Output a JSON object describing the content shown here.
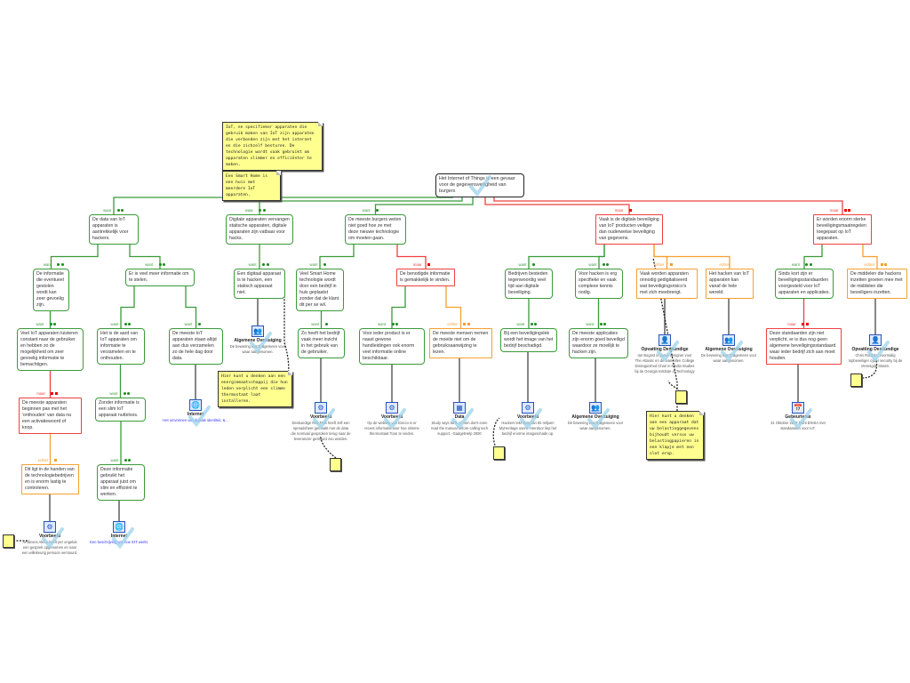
{
  "notes": {
    "intro": "IoT, en specifieker apparaten die gebruik maken van IoT zijn apparaten die verbonden zijn met het internet en die zichzelf besturen. De technologie wordt vaak gebruikt om apparaten slimmer en efficiënter te maken.",
    "smarthome": "Een Smart Home is een huis met meerdere IoT apparaten.",
    "energy": "Hier kunt u denken aan een energiemaatschappij die hun leden verplicht een slimme thermostaat laat installeren.",
    "tax": "Hier kunt u denken aan een apparaat dat uw belastinggegevens bijhoudt versus uw belastingpapieren in een klapje met een slot erop."
  },
  "nodes": {
    "root": {
      "text": "Het Internet of Things is een gevaar voor de gegevensveiligheid van burgers",
      "kind": "root"
    },
    "A": {
      "text": "De data van IoT apparaten is aantrekkelijk voor hackers.",
      "kind": "pro",
      "label": "waar",
      "dots": 2
    },
    "B": {
      "text": "Digitale apparaten vervangen statische apparaten, digitale apparaten zijn vatbaar voor hacks.",
      "kind": "pro",
      "label": "waar",
      "dots": 2
    },
    "C": {
      "text": "De meeste burgers weten niet goed hoe ze met deze nieuwe technologie om moeten gaan.",
      "kind": "pro",
      "label": "want",
      "dots": 1
    },
    "D": {
      "text": "Vaak is de digitale beveiliging van IoT producten veiliger dan ouderwetse beveiliging van gegevens.",
      "kind": "con",
      "label": "maar",
      "dots": 1
    },
    "E": {
      "text": "Er worden enorm sterke beveiligingsmaatregelen toegepast op IoT apparaten.",
      "kind": "con",
      "label": "maar",
      "dots": 2
    },
    "A1": {
      "text": "De informatie die eventueel gestolen wordt kan zeer gevoelig zijn.",
      "kind": "pro",
      "label": "want",
      "dots": 2
    },
    "A2": {
      "text": "Er is veel meer informatie om te stelen.",
      "kind": "pro",
      "label": "want",
      "dots": 2
    },
    "B1": {
      "text": "Een digitaal apparaat is te hacken, een statisch apparaat niet.",
      "kind": "pro",
      "label": "want",
      "dots": 2
    },
    "C1": {
      "text": "Veel Smart Home technologie wordt door een bedrijf in huis geplaatst zonder dat de klant dit per se wil.",
      "kind": "pro",
      "label": "want",
      "dots": 1
    },
    "C2": {
      "text": "De benodigde informatie is gemakkelijk te vinden.",
      "kind": "con",
      "label": "maar",
      "dots": 1
    },
    "D1": {
      "text": "Bedrijven besteden tegenwoordig veel tijd aan digitale beveiliging.",
      "kind": "pro",
      "label": "want",
      "dots": 1
    },
    "D2": {
      "text": "Voor hacken is erg specifieke en vaak complexe kennis nodig.",
      "kind": "pro",
      "label": "want",
      "dots": 2
    },
    "D3": {
      "text": "Vaak worden apparaten onnodig gedigitaliseerd wat beveiligingsrisico's met zich meebrengt.",
      "kind": "obj",
      "label": "echter",
      "dots": 1
    },
    "D4": {
      "text": "Het hacken van IoT apparaten kan vanaf de hele wereld.",
      "kind": "obj",
      "label": "echter",
      "dots": 0
    },
    "E1": {
      "text": "Sinds kort zijn er beveiligingsstandaarden voorgesteld voor IoT apparaten en applicaties.",
      "kind": "pro",
      "label": "want",
      "dots": 2
    },
    "E2": {
      "text": "De middelen die hackers inzetten groeien mee met de middelen die beveiligers inzetten.",
      "kind": "obj",
      "label": "echter",
      "dots": 2
    },
    "A1a": {
      "text": "Veel IoT apparaten luisteren constant naar de gebruiker en hebben zo de mogelijkheid om zeer gevoelig informatie te bemachtigen.",
      "kind": "pro",
      "label": "want",
      "dots": 2
    },
    "A2a": {
      "text": "Het is de aard van IoT apparaten om informatie te verzamelen en te onthouden.",
      "kind": "pro",
      "label": "want",
      "dots": 2
    },
    "A2b": {
      "text": "De meeste IoT apparaten staan altijd aan dus verzamelen zo de hele dag door data.",
      "kind": "pro",
      "label": "want",
      "dots": 1
    },
    "C1a": {
      "text": "Zo heeft het bedrijf vaak meer inzicht in het gebruik van de gebruiker.",
      "kind": "pro",
      "label": "want",
      "dots": 1
    },
    "C2a": {
      "text": "Voor ieder product is er naast gewone handleidingen ook enorm veel informatie online beschikbaar.",
      "kind": "pro",
      "label": "want",
      "dots": 2
    },
    "C2b": {
      "text": "De meeste mensen nemen de moeite niet om de gebruiksaanwijzing te lezen.",
      "kind": "obj",
      "label": "echter",
      "dots": 2
    },
    "D1a": {
      "text": "Bij een beveiligingslek wordt het image van het bedrijf beschadigd.",
      "kind": "pro",
      "label": "want",
      "dots": 2
    },
    "D2a": {
      "text": "De meeste applicaties zijn enorm goed beveiligd waardoor ze moeilijk te hacken zijn.",
      "kind": "pro",
      "label": "want",
      "dots": 2
    },
    "E1a": {
      "text": "Deze standaarden zijn niet verplicht, er is dus nog geen algemene beveiligingsstandaard waar ieder bedrijf zich aan moet houden.",
      "kind": "con",
      "label": "maar",
      "dots": 2
    },
    "A1b": {
      "text": "De meeste apparaten beginnen pas met het 'onthouden' van data na een activatiewoord of knop.",
      "kind": "con",
      "label": "maar",
      "dots": 2
    },
    "A2a1": {
      "text": "Zonder informatie is een slim IoT apparaat nutteloos.",
      "kind": "pro",
      "label": "want",
      "dots": 2
    },
    "A1b1": {
      "text": "Dit ligt in de handen van de technologiebedrijven en is enorm lastig te controleren.",
      "kind": "obj",
      "label": "echter",
      "dots": 1
    },
    "A2a2": {
      "text": "Deze informatie gebruikt het apparaat juist om slim en efficiënt te werken.",
      "kind": "pro",
      "label": "want",
      "dots": 2
    }
  },
  "evidence": {
    "ev1": {
      "title": "Internet",
      "link": "Het omvormen van digitale identiteit, &...",
      "icon": "globe-icon"
    },
    "ev2": {
      "title": "Algemene Overtuiging",
      "text": "De bewering wordt algemeen voor waar aangenomen.",
      "icon": "people-icon"
    },
    "ev3": {
      "title": "Voorbeeld",
      "text": "Deskundige Rob Pels heeft zelf een spreadsheet gemaakt met de data die normaal gesproken terug naar de leverancier gestuurd zou worden.",
      "icon": "example-icon"
    },
    "ev4": {
      "title": "Voorbeeld",
      "text": "Op de website van Eneco is er recent informatie over hoe slimme thermostaat Toon te vinden.",
      "icon": "example-icon"
    },
    "ev5": {
      "title": "Data",
      "text": "Study says 68% of men don't even read the manual before calling tech support. -GadgetHelp 2000",
      "icon": "data-icon"
    },
    "ev6": {
      "title": "Voorbeeld",
      "text": "Hackers lekt data van 92 miljoen MyHeritage users. Hierdoor liep het bedrijf enorme imagoschade op.",
      "icon": "example-icon"
    },
    "ev7": {
      "title": "Algemene Overtuiging",
      "text": "De bewering wordt algemeen voor waar aangenomen.",
      "icon": "people-icon"
    },
    "ev8": {
      "title": "Opvatting Deskundige",
      "text": "Ian Bogost is game designer voor The Atlantic en de Ivan Allen College Distinguished Chair in Media Studies bij de Georgia Institute of Technology",
      "icon": "expert-icon"
    },
    "ev9": {
      "title": "Algemene Overtuiging",
      "text": "De bewering wordt algemeen voor waar aangenomen.",
      "icon": "people-icon"
    },
    "ev10": {
      "title": "Gebeurtenis",
      "text": "31 Oktober 2017 komt ENISA met standaarden voor IoT.",
      "icon": "event-icon"
    },
    "ev11": {
      "title": "Opvatting Deskundige",
      "text": "Chris Roberts, voormalig topbeveiliger cyber security bij de Verenigde Staten.",
      "icon": "expert-icon"
    },
    "ev12": {
      "title": "Voorbeeld",
      "text": "Amazons Alexa heeft per ongeluk een gesprek opgenomen en naar een willekeurig persoon verstuurd.",
      "icon": "example-icon"
    },
    "ev13": {
      "title": "Internet",
      "link": "Een beschrijving van hoe IOT werkt.",
      "icon": "globe-icon"
    }
  }
}
